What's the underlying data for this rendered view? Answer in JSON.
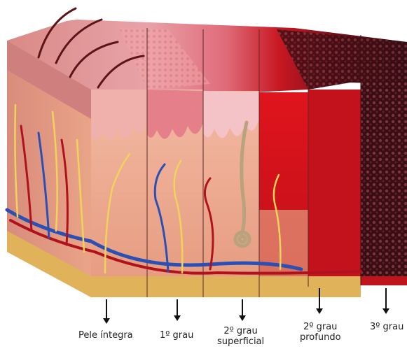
{
  "labels": {
    "intact": "Pele íntegra",
    "first": "1º grau",
    "second_superficial": [
      "2º grau",
      "superficial"
    ],
    "second_deep": [
      "2º grau",
      "profundo"
    ],
    "third": "3º grau"
  },
  "colors": {
    "epidermis": "#f1b8a6",
    "dermis": "#e9a487",
    "hypodermis": "#e0b25a",
    "artery": "#b0121c",
    "vein": "#2a4fb5",
    "nerve": "#f2d35a",
    "first_degree": "#d86a78",
    "second_deep_red": "#d8141c",
    "char": "#3a0d12"
  },
  "icons": [
    "hair-shaft-icon",
    "sweat-gland-icon",
    "blood-vessel-icon",
    "nerve-icon",
    "arrow-down-icon"
  ]
}
